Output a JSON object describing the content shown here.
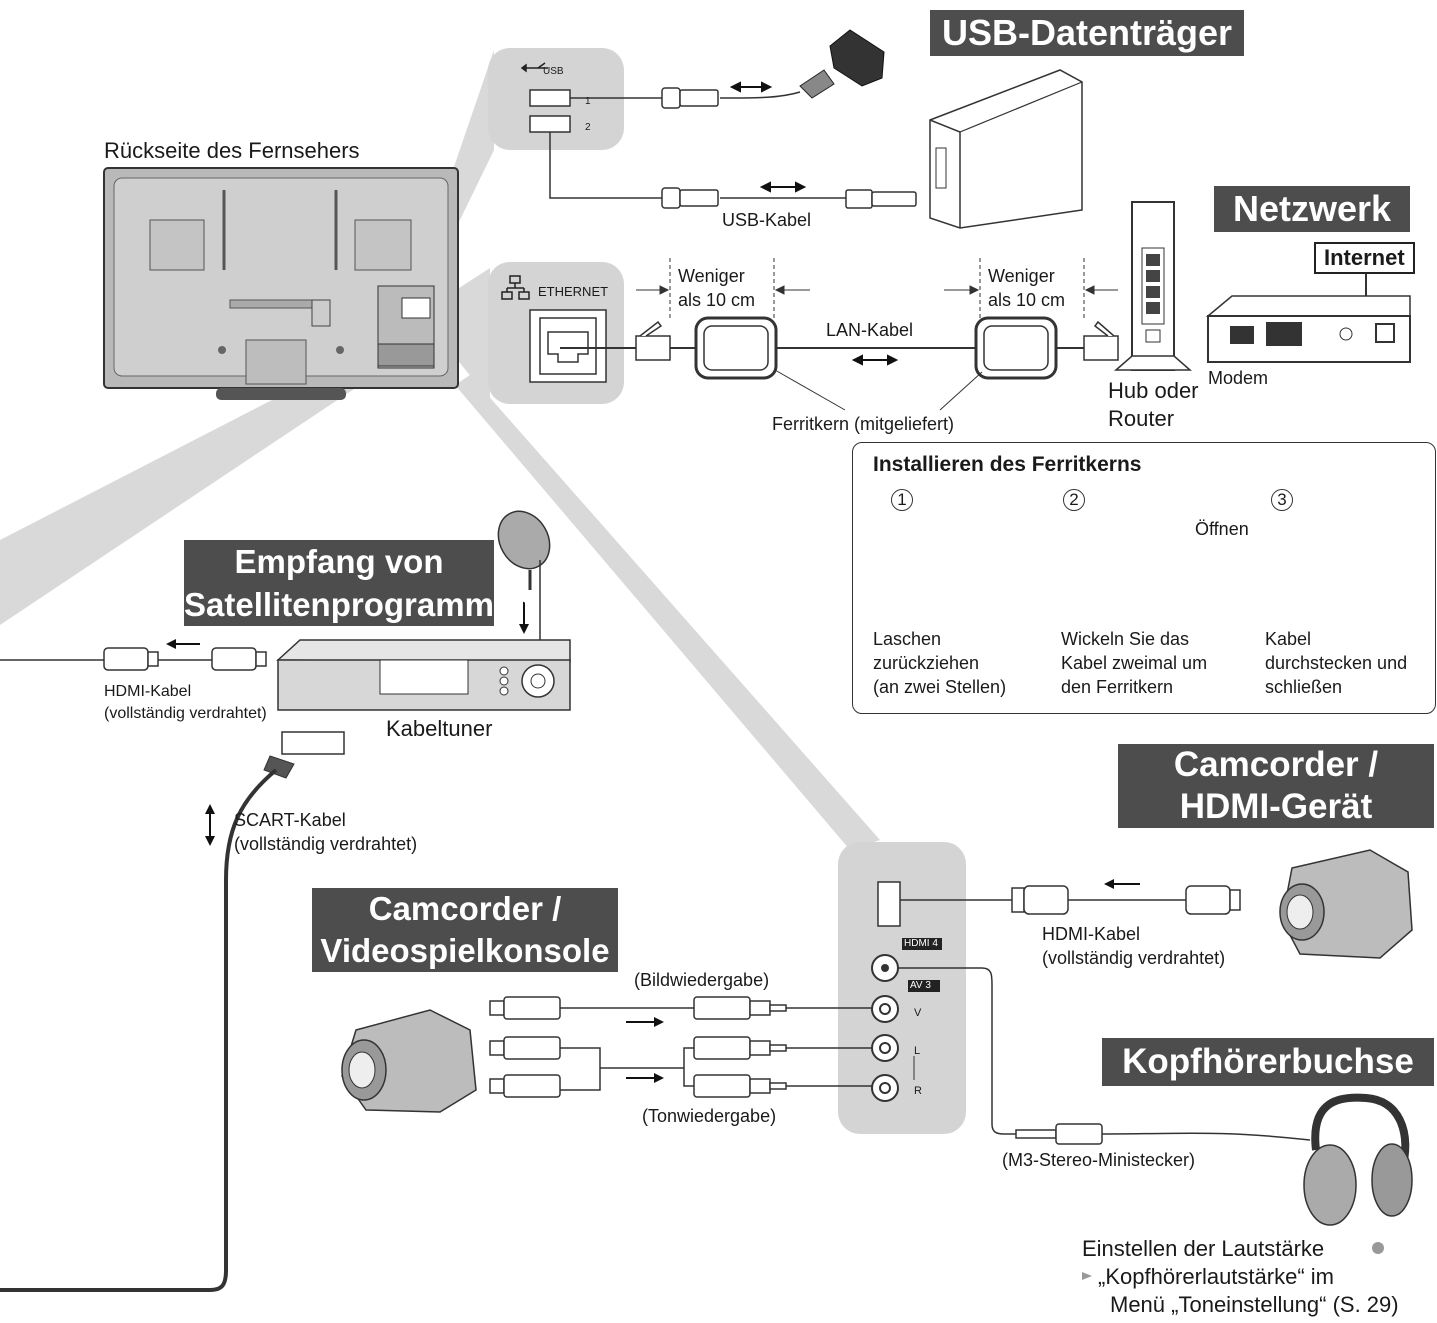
{
  "tv": {
    "title": "Rückseite des Fernsehers"
  },
  "usb": {
    "banner": "USB-Datenträger",
    "port_label": "USB",
    "port_1": "1",
    "port_2": "2",
    "cable_label": "USB-Kabel"
  },
  "network": {
    "banner": "Netzwerk",
    "port_label": "ETHERNET",
    "distance_left": [
      "Weniger",
      "als 10 cm"
    ],
    "distance_right": [
      "Weniger",
      "als 10 cm"
    ],
    "cable_label": "LAN-Kabel",
    "ferrite_label": "Ferritkern (mitgeliefert)",
    "hub_label": [
      "Hub oder",
      "Router"
    ],
    "modem_label": "Modem",
    "internet_label": "Internet"
  },
  "ferrite_panel": {
    "title": "Installieren des Ferritkerns",
    "open_label": "Öffnen",
    "steps": [
      {
        "num": "1",
        "text": [
          "Laschen",
          "zurückziehen",
          "(an zwei Stellen)"
        ]
      },
      {
        "num": "2",
        "text": [
          "Wickeln Sie das",
          "Kabel zweimal um",
          "den Ferritkern"
        ]
      },
      {
        "num": "3",
        "text": [
          "Kabel",
          "durchstecken und",
          "schließen"
        ]
      }
    ]
  },
  "satellite": {
    "banner": [
      "Empfang von",
      "Satellitenprogrammen"
    ],
    "hdmi_cable": [
      "HDMI-Kabel",
      "(vollständig verdrahtet)"
    ],
    "tuner_label": "Kabeltuner",
    "scart_cable": [
      "SCART-Kabel",
      "(vollständig verdrahtet)"
    ]
  },
  "camcorder_hdmi": {
    "banner": [
      "Camcorder /",
      "HDMI-Gerät"
    ],
    "hdmi_cable": [
      "HDMI-Kabel",
      "(vollständig verdrahtet)"
    ]
  },
  "side_panel": {
    "hdmi_port": "HDMI 4",
    "av_port": "AV 3",
    "v_label": "V",
    "l_label": "L",
    "r_label": "R"
  },
  "camcorder_console": {
    "banner": [
      "Camcorder /",
      "Videospielkonsole"
    ],
    "video_label": "(Bildwiedergabe)",
    "audio_label": "(Tonwiedergabe)"
  },
  "headphones": {
    "banner": "Kopfhörerbuchse",
    "plug_label": "(M3-Stereo-Ministecker)",
    "volume_note": [
      "Einstellen der Lautstärke",
      "„Kopfhörerlautstärke“ im",
      "Menü „Toneinstellung“ (S. 29)"
    ]
  },
  "colors": {
    "banner": "#4d4d4d",
    "zone": "#d4d4d4",
    "line": "#333333"
  }
}
